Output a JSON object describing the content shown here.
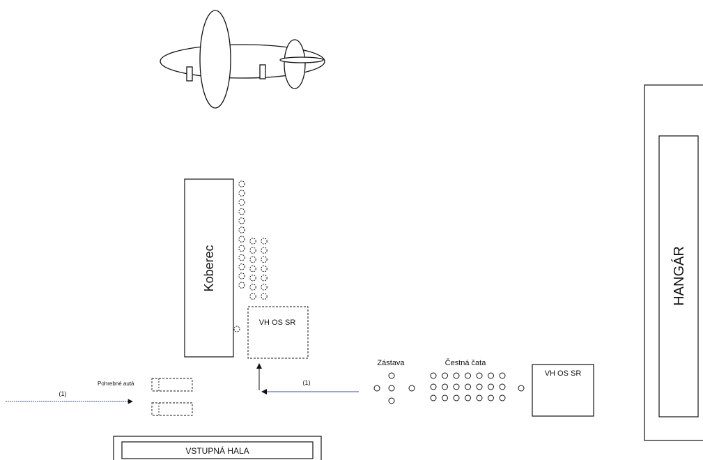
{
  "labels": {
    "carpet": "Koberec",
    "hangar": "HANGÁR",
    "military_band_1": "VH OS SR",
    "military_band_2": "VH OS SR",
    "flag": "Zástava",
    "honor_guard": "Čestná čata",
    "hearse": "Pohrebné autá",
    "entrance_hall": "VSTUPNÁ HALA",
    "route_marker_left": "(1)",
    "route_marker_right": "(1)"
  },
  "colors": {
    "stroke": "#111111",
    "route_line": "#3a4f8a",
    "background": "#ffffff"
  }
}
